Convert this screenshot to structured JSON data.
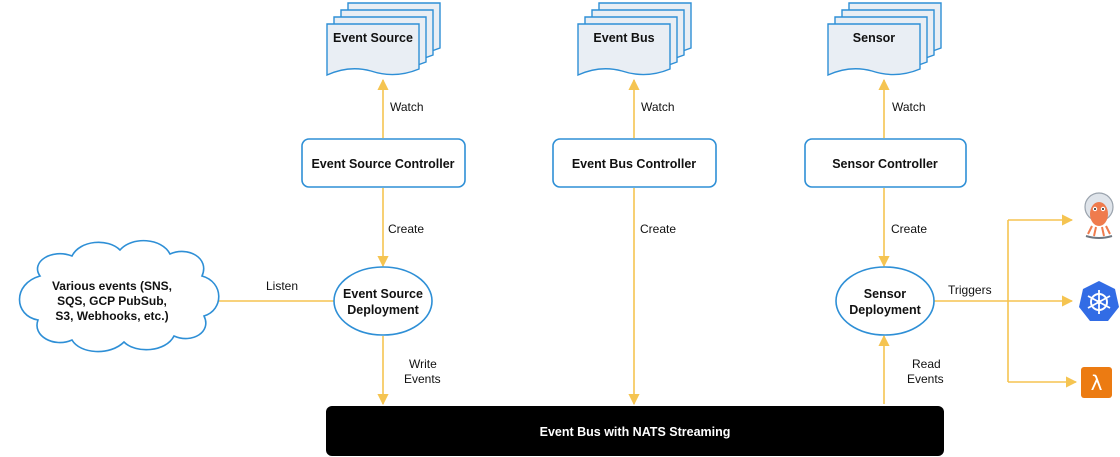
{
  "resources": {
    "event_source": "Event Source",
    "event_bus": "Event Bus",
    "sensor": "Sensor"
  },
  "controllers": {
    "event_source": "Event Source Controller",
    "event_bus": "Event Bus Controller",
    "sensor": "Sensor Controller"
  },
  "deployments": {
    "event_source": [
      "Event Source",
      "Deployment"
    ],
    "sensor": [
      "Sensor",
      "Deployment"
    ]
  },
  "external_events": [
    "Various events (SNS,",
    "SQS, GCP PubSub,",
    "S3, Webhooks, etc.)"
  ],
  "edges": {
    "watch": "Watch",
    "create": "Create",
    "listen": "Listen",
    "write_events": [
      "Write",
      "Events"
    ],
    "read_events": [
      "Read",
      "Events"
    ],
    "triggers": "Triggers"
  },
  "bus_bar": "Event Bus with NATS Streaming",
  "trigger_targets": [
    {
      "icon": "argo-robot-icon"
    },
    {
      "icon": "kubernetes-icon"
    },
    {
      "icon": "aws-lambda-icon",
      "glyph": "λ"
    }
  ],
  "colors": {
    "arrow": "#f5c451",
    "box_border": "#2e8fd6",
    "bar": "#000000",
    "doc_fill": "#e9eef4",
    "doc_border": "#2e8fd6",
    "lambda": "#ec7b12",
    "k8s": "#326ce5"
  }
}
